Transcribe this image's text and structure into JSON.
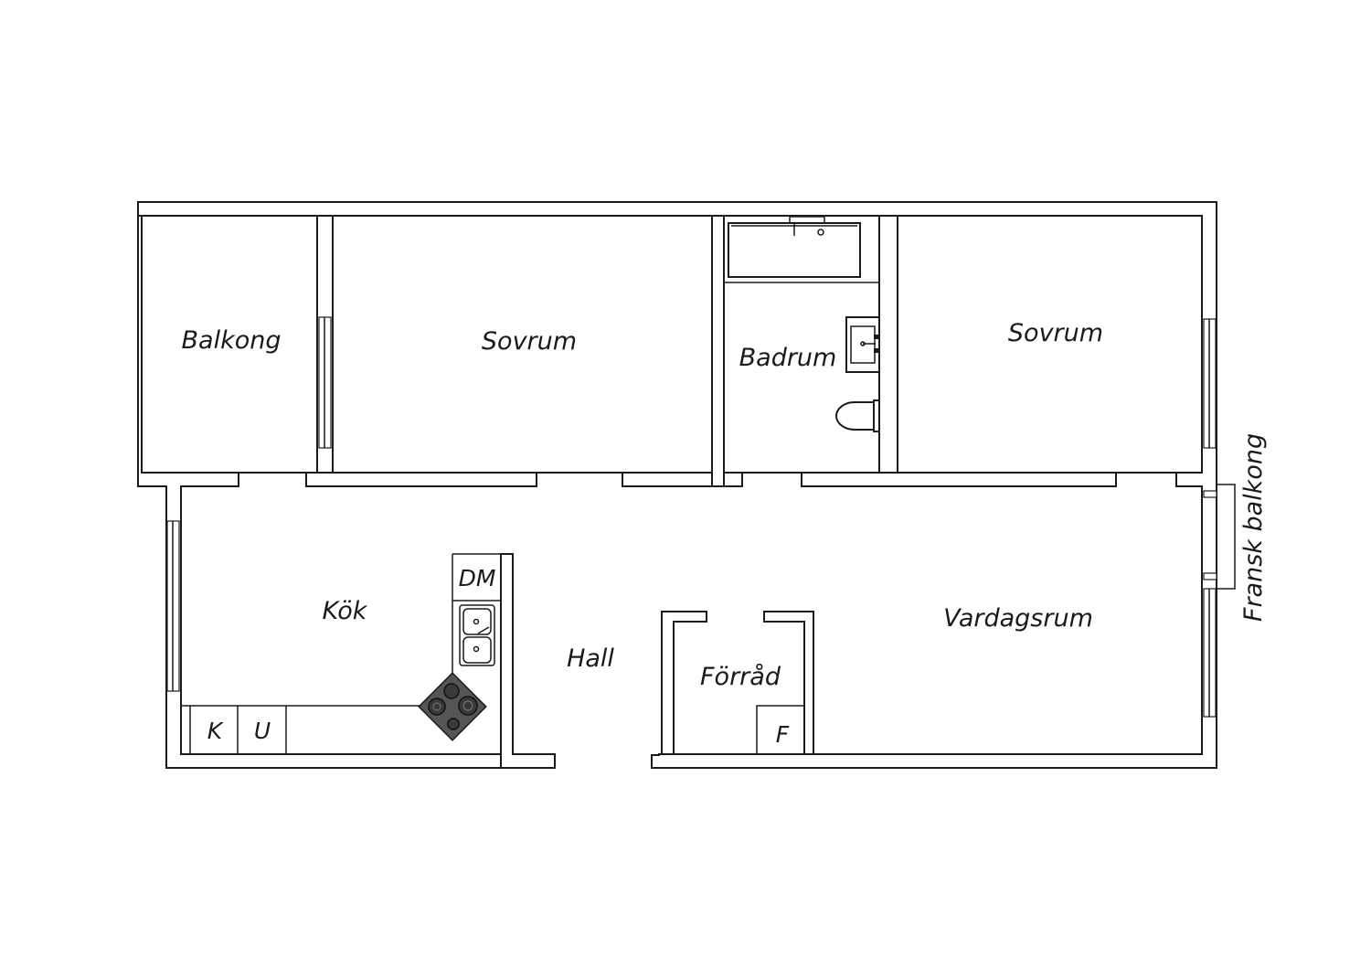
{
  "rooms": {
    "balkong": "Balkong",
    "sovrum_left": "Sovrum",
    "badrum": "Badrum",
    "sovrum_right": "Sovrum",
    "kok": "Kök",
    "hall": "Hall",
    "forrad": "Förråd",
    "vardagsrum": "Vardagsrum",
    "fransk_balkong": "Fransk balkong"
  },
  "fixtures": {
    "dishwasher": "DM",
    "fridge": "K",
    "freezer": "U",
    "closet": "F"
  },
  "icons": [
    "bathtub-icon",
    "sink-icon",
    "toilet-icon",
    "kitchen-sink-icon",
    "stove-icon",
    "window-icon"
  ],
  "colors": {
    "line": "#1a1a1a",
    "stove": "#555555",
    "background": "#ffffff"
  }
}
